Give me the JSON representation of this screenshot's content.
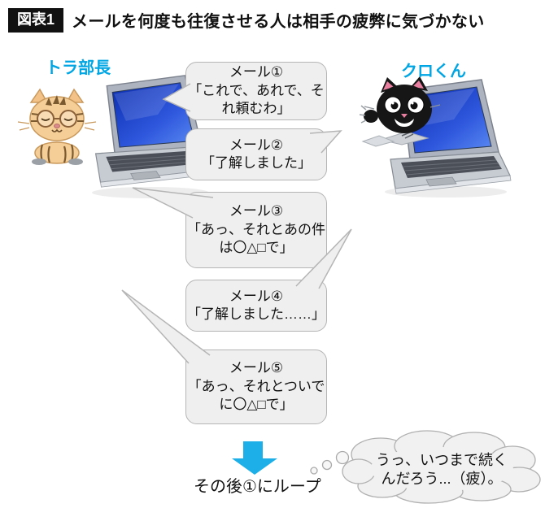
{
  "title": {
    "badge": "図表1",
    "text": "メールを何度も往復させる人は相手の疲弊に気づかない"
  },
  "characters": {
    "left": {
      "name": "トラ部長"
    },
    "right": {
      "name": "クロくん"
    }
  },
  "mails": [
    {
      "label": "メール①",
      "body": "「これで、あれで、それ頼むわ」",
      "from": "left"
    },
    {
      "label": "メール②",
      "body": "「了解しました」",
      "from": "right"
    },
    {
      "label": "メール③",
      "body": "「あっ、それとあの件は〇△□で」",
      "from": "left"
    },
    {
      "label": "メール④",
      "body": "「了解しました……」",
      "from": "right"
    },
    {
      "label": "メール⑤",
      "body": "「あっ、それとついでに〇△□で」",
      "from": "left"
    }
  ],
  "footer": {
    "loop_text": "その後①にループ",
    "thought": "うっ、いつまで続くんだろう...（疲）。"
  },
  "colors": {
    "accent_cyan": "#00a5e3",
    "arrow_cyan": "#1db0e8",
    "bubble_fill": "#efefef",
    "bubble_border": "#b5b5b5",
    "badge_bg": "#111111",
    "badge_fg": "#ffffff",
    "screen_blue": "#1a3fd0"
  }
}
